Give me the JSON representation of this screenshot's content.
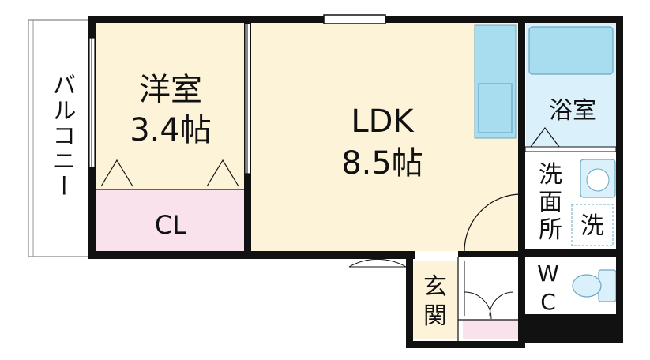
{
  "rooms": {
    "balcony": "バルコニー",
    "western_room_name": "洋室",
    "western_room_size": "3.4帖",
    "closet": "CL",
    "ldk_name": "LDK",
    "ldk_size": "8.5帖",
    "bathroom": "浴室",
    "washroom_line1": "洗",
    "washroom_line2": "面",
    "washroom_line3": "所",
    "laundry": "洗",
    "wc_line1": "W",
    "wc_line2": "C",
    "entrance_line1": "玄",
    "entrance_line2": "関"
  },
  "colors": {
    "western_room": "#fcf3d8",
    "ldk": "#fcf3d8",
    "closet": "#f9e2ec",
    "kitchen": "#a8dcef",
    "bathroom": "#daf0fa",
    "wall": "#111111"
  }
}
